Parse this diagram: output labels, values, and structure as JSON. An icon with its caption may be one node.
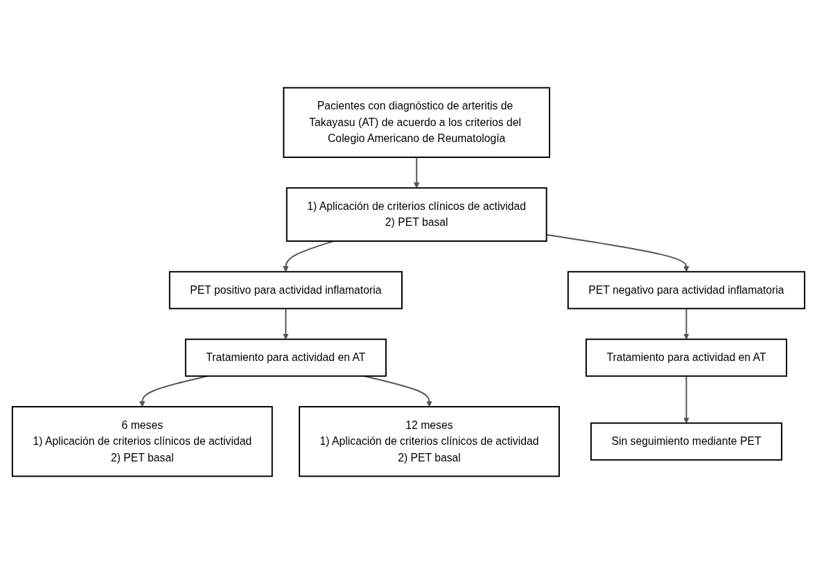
{
  "diagram": {
    "nodes": [
      {
        "text": [
          "Pacientes con diagnóstico de arteritis de Takayasu (AT) de acuerdo a los criterios del Colegio Americano de Reumatología"
        ]
      },
      {
        "text": [
          "1) Aplicación de criterios clínicos de actividad",
          "2) PET basal"
        ]
      },
      {
        "text": [
          "PET positivo para actividad inflamatoria"
        ]
      },
      {
        "text": [
          "PET negativo para actividad inflamatoria"
        ]
      },
      {
        "text": [
          "Tratamiento para actividad en AT"
        ]
      },
      {
        "text": [
          "Tratamiento para actividad en AT"
        ]
      },
      {
        "text": [
          "6 meses",
          "1) Aplicación de criterios clínicos de actividad",
          "2) PET basal"
        ]
      },
      {
        "text": [
          "12 meses",
          "1) Aplicación de criterios clínicos de actividad",
          "2) PET basal"
        ]
      },
      {
        "text": [
          "Sin seguimiento mediante PET"
        ]
      }
    ],
    "edges": [
      {
        "from": 0,
        "to": 1,
        "arrow": "to"
      },
      {
        "from": 1,
        "to": 2,
        "arrow": "to"
      },
      {
        "from": 1,
        "to": 3,
        "arrow": "to"
      },
      {
        "from": 2,
        "to": 4,
        "arrow": "to"
      },
      {
        "from": 3,
        "to": 5,
        "arrow": "to"
      },
      {
        "from": 4,
        "to": 6,
        "arrow": "to"
      },
      {
        "from": 4,
        "to": 7,
        "arrow": "to"
      },
      {
        "from": 5,
        "to": 8,
        "arrow": "to"
      }
    ]
  }
}
